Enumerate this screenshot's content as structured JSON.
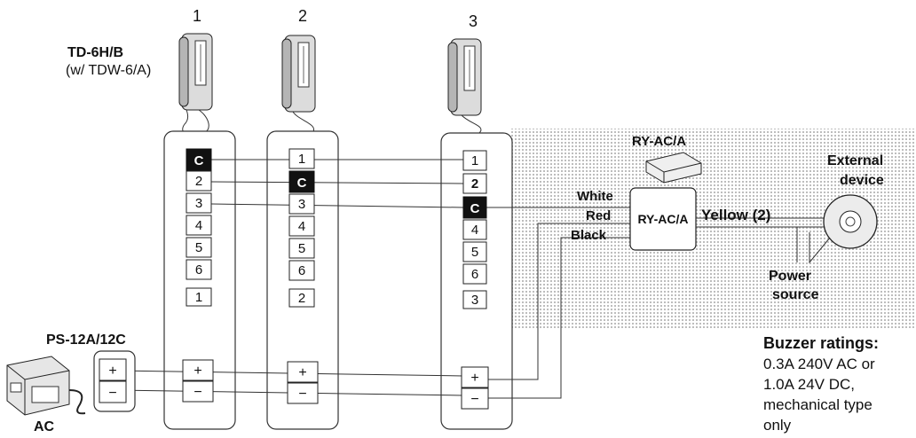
{
  "stations": [
    {
      "number": "1",
      "terminals": [
        "C",
        "2",
        "3",
        "4",
        "5",
        "6"
      ],
      "id_label": "1"
    },
    {
      "number": "2",
      "terminals": [
        "1",
        "C",
        "3",
        "4",
        "5",
        "6"
      ],
      "id_label": "2"
    },
    {
      "number": "3",
      "terminals": [
        "1",
        "2",
        "C",
        "4",
        "5",
        "6"
      ],
      "id_label": "3"
    }
  ],
  "model": {
    "name": "TD-6H/B",
    "note": "(w/ TDW-6/A)"
  },
  "power_supply": {
    "name": "PS-12A/12C",
    "ac_label": "AC",
    "plus": "+",
    "minus": "−"
  },
  "relay": {
    "name_top": "RY-AC/A",
    "box_label": "RY-AC/A"
  },
  "wires": {
    "white": "White",
    "red": "Red",
    "black": "Black",
    "yellow": "Yellow (2)"
  },
  "external": {
    "line1": "External",
    "line2": "device"
  },
  "power_source": {
    "line1": "Power",
    "line2": "source"
  },
  "buzzer": {
    "title": "Buzzer ratings:",
    "lines": [
      "0.3A 240V AC or",
      "1.0A 24V DC,",
      "mechanical type",
      "only"
    ]
  },
  "colors": {
    "common_terminal": "#111111",
    "shading": "#d8d8d8"
  }
}
